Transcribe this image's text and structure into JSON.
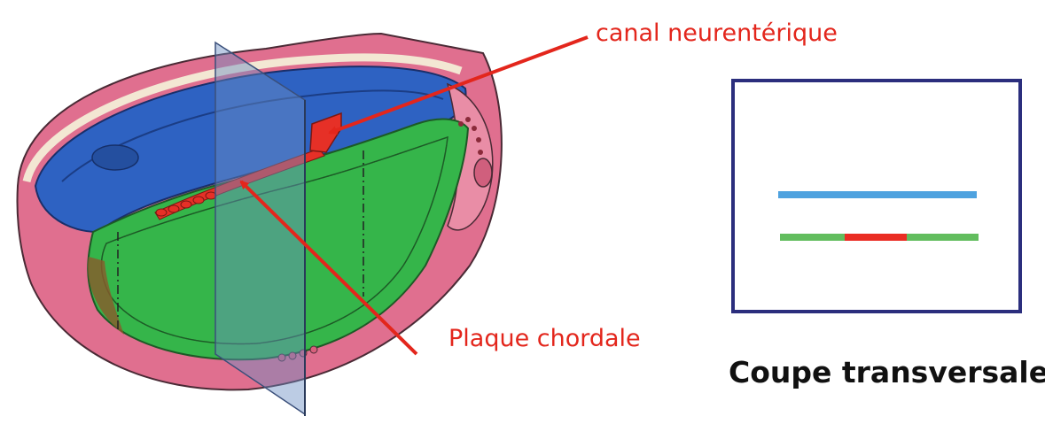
{
  "labels": {
    "canal": "canal neurentérique",
    "plaque": "Plaque chordale"
  },
  "section": {
    "title": "Coupe transversale"
  },
  "colors": {
    "ectoderm": "#2e62c2",
    "endoderm": "#35b54a",
    "chordal": "#e63027",
    "trophoblast": "#e06f8f",
    "plane": "#6b8fc4",
    "arrows": "#e3261c",
    "frame": "#2b2e7d",
    "section_blue": "#4ea2df",
    "section_green": "#62bd5e",
    "section_red": "#ea2d24"
  }
}
